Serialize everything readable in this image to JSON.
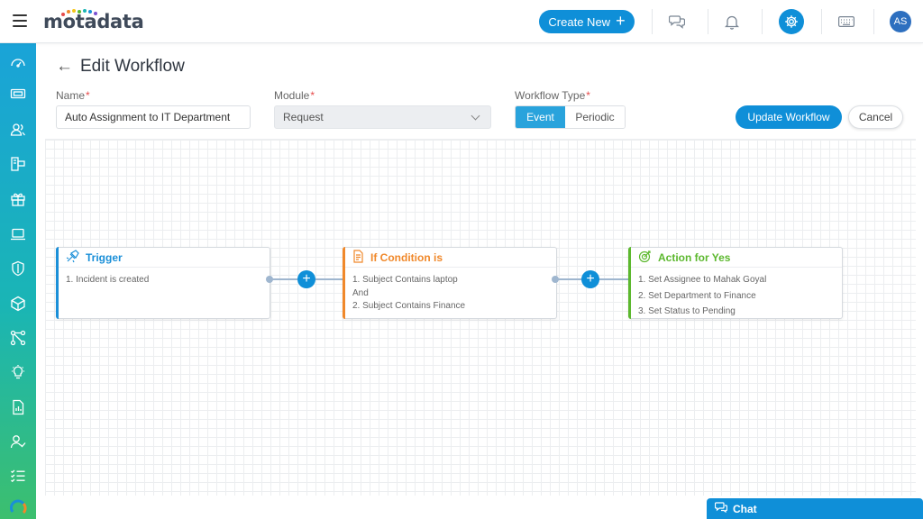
{
  "app": {
    "logo_text": "motadata"
  },
  "topbar": {
    "create_label": "Create New",
    "create_icon": "plus-icon",
    "icons": [
      "chat-bubbles-icon",
      "bell-icon",
      "gear-icon",
      "keyboard-icon"
    ],
    "avatar_initials": "AS"
  },
  "leftnav": {
    "icons": [
      "dashboard-icon",
      "ticket-icon",
      "users-icon",
      "assets-icon",
      "gift-icon",
      "laptop-icon",
      "shield-icon",
      "cube-icon",
      "workflow-icon",
      "lightbulb-icon",
      "report-icon",
      "user-check-icon",
      "task-list-icon",
      "loader-icon"
    ]
  },
  "page": {
    "title": "Edit Workflow",
    "back_icon": "arrow-left-icon"
  },
  "form": {
    "name_label": "Name",
    "name_value": "Auto Assignment to IT Department",
    "module_label": "Module",
    "module_value": "Request",
    "type_label": "Workflow Type",
    "type_options": [
      "Event",
      "Periodic"
    ],
    "type_selected": "Event",
    "required_mark": "*",
    "update_label": "Update Workflow",
    "cancel_label": "Cancel"
  },
  "workflow": {
    "nodes": [
      {
        "title": "Trigger",
        "color": "#1a8fd8",
        "icon": "trigger-icon",
        "lines": [
          "1. Incident is created"
        ]
      },
      {
        "title": "If Condition is",
        "color": "#f0882a",
        "icon": "condition-icon",
        "lines": [
          "1. Subject Contains laptop",
          "And",
          "2. Subject Contains Finance"
        ]
      },
      {
        "title": "Action for Yes",
        "color": "#5cb82e",
        "icon": "target-icon",
        "lines": [
          "1. Set Assignee to Mahak Goyal",
          "2. Set Department to Finance",
          "3. Set Status to Pending"
        ]
      }
    ],
    "add_symbol": "+"
  },
  "chat": {
    "label": "Chat"
  },
  "colors": {
    "primary": "#0f8fd8",
    "trigger": "#1a8fd8",
    "condition": "#f0882a",
    "action": "#5cb82e",
    "required": "#e64b4b"
  }
}
